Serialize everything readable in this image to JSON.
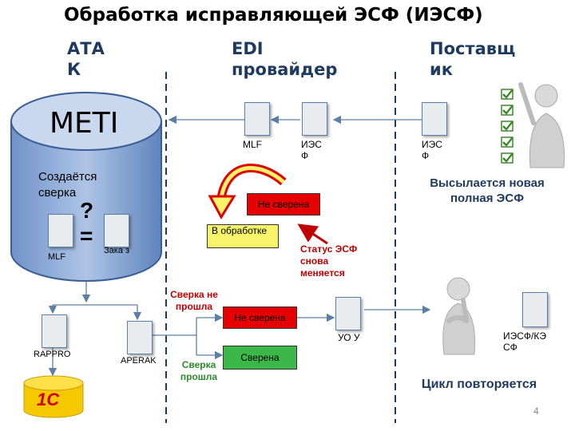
{
  "title": "Обработка исправляющей ЭСФ (ИЭСФ)",
  "columns": {
    "atak": "АТА К",
    "edi": "EDI провайдер",
    "supplier": "Поставщ ик"
  },
  "meti": {
    "label": "METI",
    "created_text": "Создаётся сверка",
    "question": "?",
    "equals": "=",
    "mlf_label": "MLF",
    "order_label": "Зака з"
  },
  "edi_docs": {
    "mlf": "MLF",
    "iesf": "ИЭС Ф"
  },
  "supplier_doc": {
    "iesf": "ИЭС Ф",
    "note": "Высылается новая полная ЭСФ"
  },
  "statuses": {
    "not_matched_top": "Не сверена",
    "processing": "В обработке",
    "status_change_note": "Статус ЭСФ снова меняется",
    "not_matched_bottom": "Не сверена",
    "matched": "Сверена",
    "fail_note": "Сверка не прошла",
    "pass_note": "Сверка прошла"
  },
  "bottom": {
    "rappro": "RAPPRO",
    "aperak": "APERAK",
    "uou": "УО У",
    "iesf_kesf": "ИЭСФ/КЭ СФ",
    "cycle_note": "Цикл повторяется",
    "logo_text": "1С"
  },
  "page_number": "4",
  "icons": {
    "checklist_person": "person-with-checklist-icon",
    "thinking_person": "thinking-person-icon",
    "db": "database-cylinder-icon",
    "onec": "1c-logo-icon"
  },
  "colors": {
    "cylinder": "#4f7ab8",
    "red_status": "#e60000",
    "green_status": "#3cb84b",
    "yellow_status": "#f7f36a",
    "arrow_blue": "#5b7fa6",
    "heading": "#1f3a5f"
  }
}
